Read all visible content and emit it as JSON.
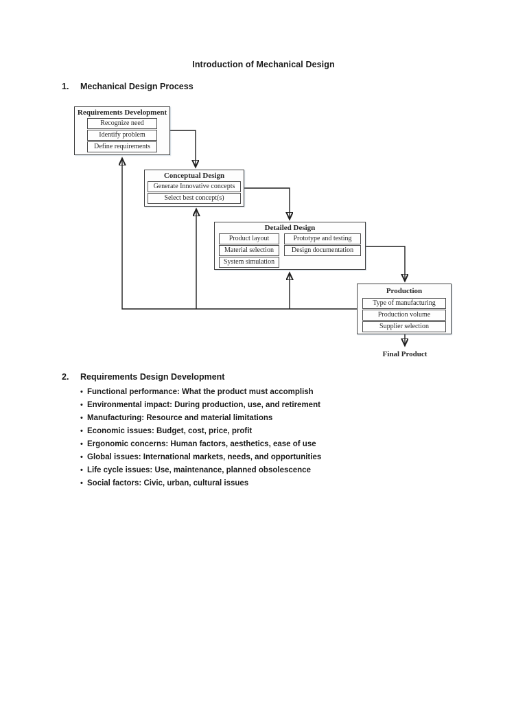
{
  "document": {
    "title": "Introduction of Mechanical Design",
    "section1": {
      "number": "1.",
      "heading": "Mechanical Design Process"
    },
    "section2": {
      "number": "2.",
      "heading": "Requirements Design Development",
      "bullets": [
        "Functional performance: What the product must accomplish",
        "Environmental impact: During production, use, and retirement",
        "Manufacturing: Resource and material limitations",
        "Economic issues: Budget, cost, price, profit",
        "Ergonomic concerns: Human factors, aesthetics, ease of use",
        "Global issues: International markets, needs, and opportunities",
        "Life cycle issues: Use, maintenance, planned obsolescence",
        "Social factors: Civic, urban, cultural issues"
      ]
    }
  },
  "flowchart": {
    "requirements": {
      "title": "Requirements Development",
      "items": [
        "Recognize need",
        "Identify problem",
        "Define requirements"
      ]
    },
    "conceptual": {
      "title": "Conceptual Design",
      "items": [
        "Generate Innovative concepts",
        "Select best concept(s)"
      ]
    },
    "detailed": {
      "title": "Detailed Design",
      "left_items": [
        "Product layout",
        "Material selection",
        "System simulation"
      ],
      "right_items": [
        "Prototype and testing",
        "Design documentation"
      ]
    },
    "production": {
      "title": "Production",
      "items": [
        "Type of manufacturing",
        "Production volume",
        "Supplier selection"
      ]
    },
    "final_label": "Final Product",
    "line_color": "#1f1f1f"
  }
}
